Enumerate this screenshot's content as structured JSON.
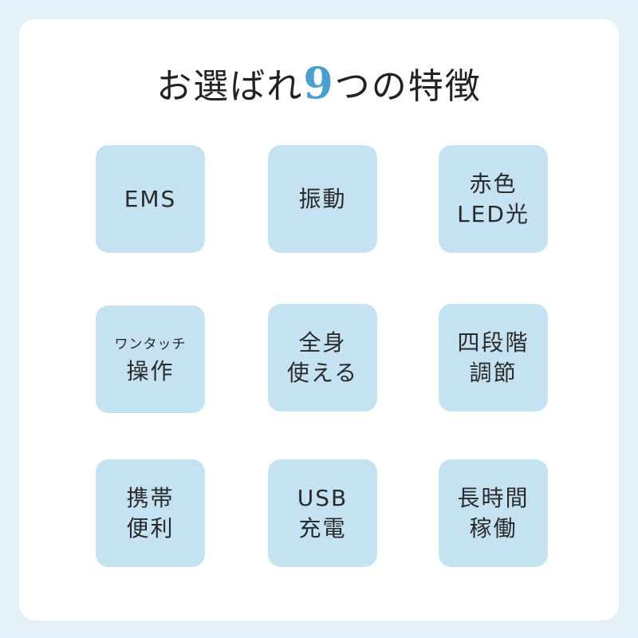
{
  "title": {
    "before": "お選ばれ",
    "number": "9",
    "after": "つの特徴"
  },
  "features": [
    {
      "lines": [
        "EMS"
      ]
    },
    {
      "lines": [
        "振動"
      ]
    },
    {
      "lines": [
        "赤色",
        "LED光"
      ]
    },
    {
      "lines": [
        "ワンタッチ",
        "操作"
      ]
    },
    {
      "lines": [
        "全身",
        "使える"
      ]
    },
    {
      "lines": [
        "四段階",
        "調節"
      ]
    },
    {
      "lines": [
        "携帯",
        "便利"
      ]
    },
    {
      "lines": [
        "USB",
        "充電"
      ]
    },
    {
      "lines": [
        "長時間",
        "稼働"
      ]
    }
  ],
  "colors": {
    "accent": "#4a9fcf",
    "box": "#c4e2f2",
    "background": "#e2f0f8"
  }
}
